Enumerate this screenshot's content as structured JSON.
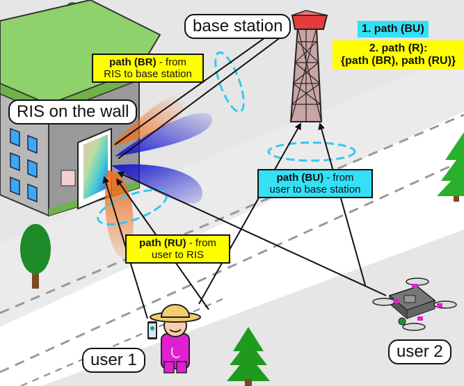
{
  "labels": {
    "base_station": "base station",
    "ris_on_wall": "RIS on the wall",
    "user1": "user 1",
    "user2": "user 2"
  },
  "paths": {
    "br": {
      "name": "path (BR)",
      "desc_line1": " - from",
      "desc_line2": "RIS to base station"
    },
    "ru": {
      "name": "path (RU)",
      "desc_line1": " - from",
      "desc_line2": "user to RIS"
    },
    "bu": {
      "name": "path (BU)",
      "desc_line1": " - from",
      "desc_line2": "user to base station"
    }
  },
  "legend": {
    "item1": "1. path (BU)",
    "item2_line1": "2. path (R):",
    "item2_line2": "{path (BR), path (RU)}"
  },
  "colors": {
    "yellow_tag": "#ffff00",
    "cyan_tag": "#33e0f5",
    "orange_beam": "#f07020",
    "blue_beam": "#2020d0",
    "ellipse": "#33c8f0",
    "building": "#8fd16a",
    "tower": "#c9a4a4",
    "tower_top": "#e63b3b",
    "user1": "#e020d0",
    "hat": "#f2cc70"
  }
}
